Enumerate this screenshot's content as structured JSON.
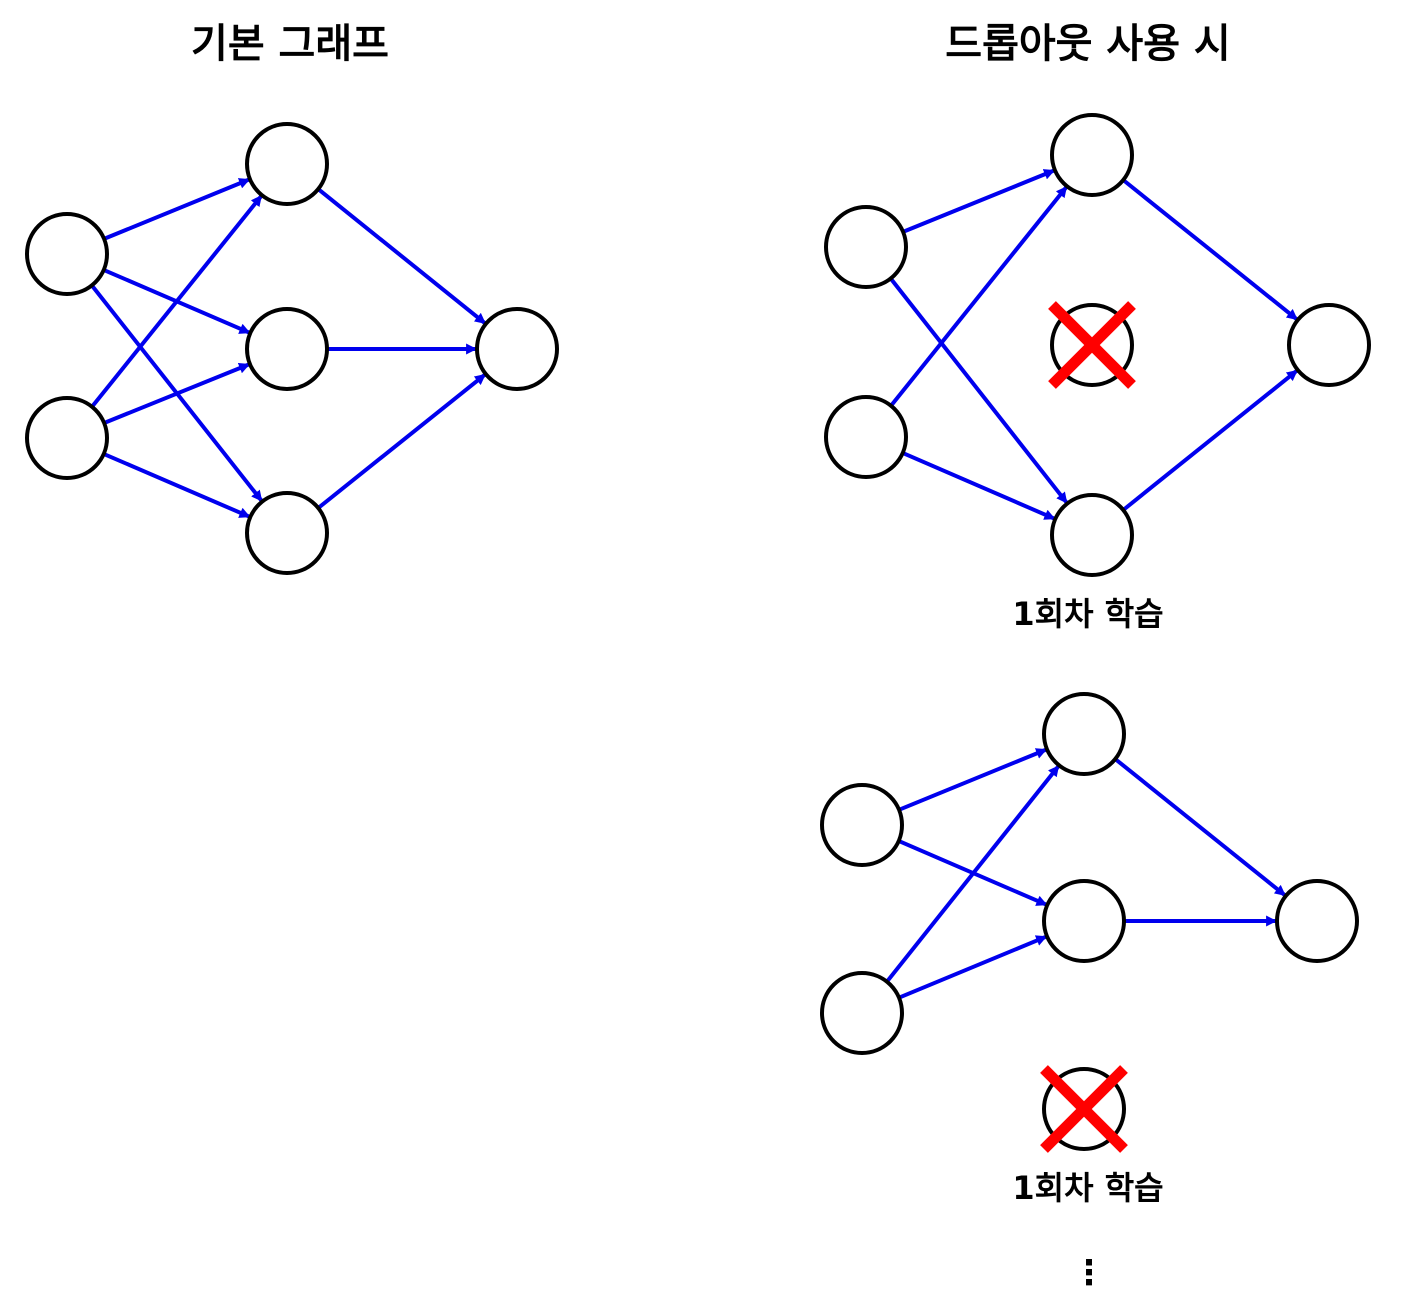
{
  "titles": {
    "basic": "기본 그래프",
    "dropout": "드롭아웃 사용 시"
  },
  "captions": {
    "round_one": "1회차 학습",
    "round_two": "1회차 학습"
  },
  "continuation": "⋮",
  "colors": {
    "edge": "#0000ee",
    "node_stroke": "#000000",
    "dropped_mark": "#ff0000"
  },
  "graphs": [
    {
      "id": "basic",
      "layers": [
        2,
        3,
        1
      ],
      "dropped": []
    },
    {
      "id": "dropout-round-1",
      "layers": [
        2,
        3,
        1
      ],
      "dropped": [
        "hidden-2"
      ]
    },
    {
      "id": "dropout-round-2",
      "layers": [
        2,
        3,
        1
      ],
      "dropped": [
        "hidden-3"
      ]
    }
  ]
}
